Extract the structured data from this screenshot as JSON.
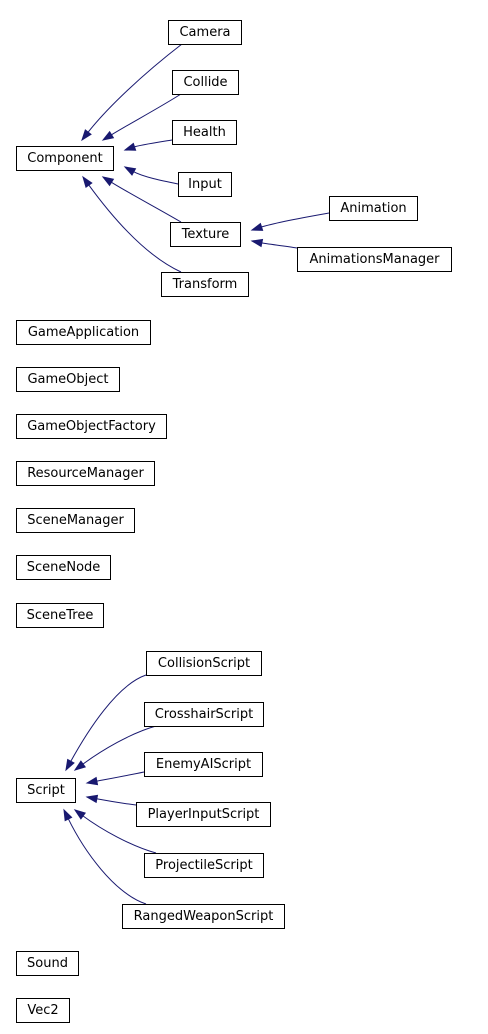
{
  "diagram": {
    "type": "class-hierarchy",
    "colors": {
      "edge": "#191970",
      "box_border": "#000000",
      "box_fill": "#ffffff",
      "text": "#000000"
    },
    "nodes": [
      {
        "id": "camera",
        "label": "Camera"
      },
      {
        "id": "collide",
        "label": "Collide"
      },
      {
        "id": "health",
        "label": "Health"
      },
      {
        "id": "component",
        "label": "Component"
      },
      {
        "id": "input",
        "label": "Input"
      },
      {
        "id": "texture",
        "label": "Texture"
      },
      {
        "id": "animation",
        "label": "Animation"
      },
      {
        "id": "animationsmanager",
        "label": "AnimationsManager"
      },
      {
        "id": "transform",
        "label": "Transform"
      },
      {
        "id": "gameapplication",
        "label": "GameApplication"
      },
      {
        "id": "gameobject",
        "label": "GameObject"
      },
      {
        "id": "gameobjectfactory",
        "label": "GameObjectFactory"
      },
      {
        "id": "resourcemanager",
        "label": "ResourceManager"
      },
      {
        "id": "scenemanager",
        "label": "SceneManager"
      },
      {
        "id": "scenenode",
        "label": "SceneNode"
      },
      {
        "id": "scenetree",
        "label": "SceneTree"
      },
      {
        "id": "collisionscript",
        "label": "CollisionScript"
      },
      {
        "id": "crosshairscript",
        "label": "CrosshairScript"
      },
      {
        "id": "enemyaiscript",
        "label": "EnemyAIScript"
      },
      {
        "id": "script",
        "label": "Script"
      },
      {
        "id": "playerinputscript",
        "label": "PlayerInputScript"
      },
      {
        "id": "projectilescript",
        "label": "ProjectileScript"
      },
      {
        "id": "rangedweaponscript",
        "label": "RangedWeaponScript"
      },
      {
        "id": "sound",
        "label": "Sound"
      },
      {
        "id": "vec2",
        "label": "Vec2"
      }
    ],
    "edges": [
      {
        "from": "camera",
        "to": "component"
      },
      {
        "from": "collide",
        "to": "component"
      },
      {
        "from": "health",
        "to": "component"
      },
      {
        "from": "input",
        "to": "component"
      },
      {
        "from": "texture",
        "to": "component"
      },
      {
        "from": "transform",
        "to": "component"
      },
      {
        "from": "animation",
        "to": "texture"
      },
      {
        "from": "animationsmanager",
        "to": "texture"
      },
      {
        "from": "collisionscript",
        "to": "script"
      },
      {
        "from": "crosshairscript",
        "to": "script"
      },
      {
        "from": "enemyaiscript",
        "to": "script"
      },
      {
        "from": "playerinputscript",
        "to": "script"
      },
      {
        "from": "projectilescript",
        "to": "script"
      },
      {
        "from": "rangedweaponscript",
        "to": "script"
      }
    ]
  }
}
